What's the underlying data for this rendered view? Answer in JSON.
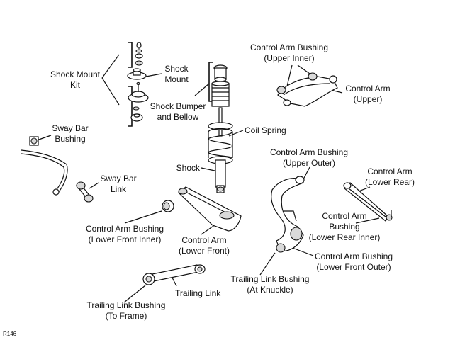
{
  "diagram_code": "R146",
  "labels": {
    "shock_mount_kit": [
      "Shock Mount",
      "Kit"
    ],
    "shock_mount": [
      "Shock",
      "Mount"
    ],
    "shock_bumper": [
      "Shock Bumper",
      "and Bellow"
    ],
    "control_arm_bushing_upper_inner": [
      "Control Arm Bushing",
      "(Upper Inner)"
    ],
    "control_arm_upper": [
      "Control Arm",
      "(Upper)"
    ],
    "coil_spring": [
      "Coil Spring"
    ],
    "sway_bar_bushing": [
      "Sway Bar",
      "Bushing"
    ],
    "shock": [
      "Shock"
    ],
    "sway_bar_link": [
      "Sway Bar",
      "Link"
    ],
    "control_arm_bushing_upper_outer": [
      "Control Arm Bushing",
      "(Upper Outer)"
    ],
    "control_arm_lower_rear": [
      "Control Arm",
      "(Lower Rear)"
    ],
    "control_arm_bushing_lower_rear_inner": [
      "Control Arm",
      "Bushing",
      "(Lower Rear Inner)"
    ],
    "control_arm_bushing_lower_front_inner": [
      "Control Arm Bushing",
      "(Lower Front Inner)"
    ],
    "control_arm_lower_front": [
      "Control Arm",
      "(Lower Front)"
    ],
    "control_arm_bushing_lower_front_outer": [
      "Control Arm Bushing",
      "(Lower Front Outer)"
    ],
    "trailing_link_bushing_knuckle": [
      "Trailing Link Bushing",
      "(At Knuckle)"
    ],
    "trailing_link": [
      "Trailing Link"
    ],
    "trailing_link_bushing_frame": [
      "Trailing Link Bushing",
      "(To Frame)"
    ]
  }
}
